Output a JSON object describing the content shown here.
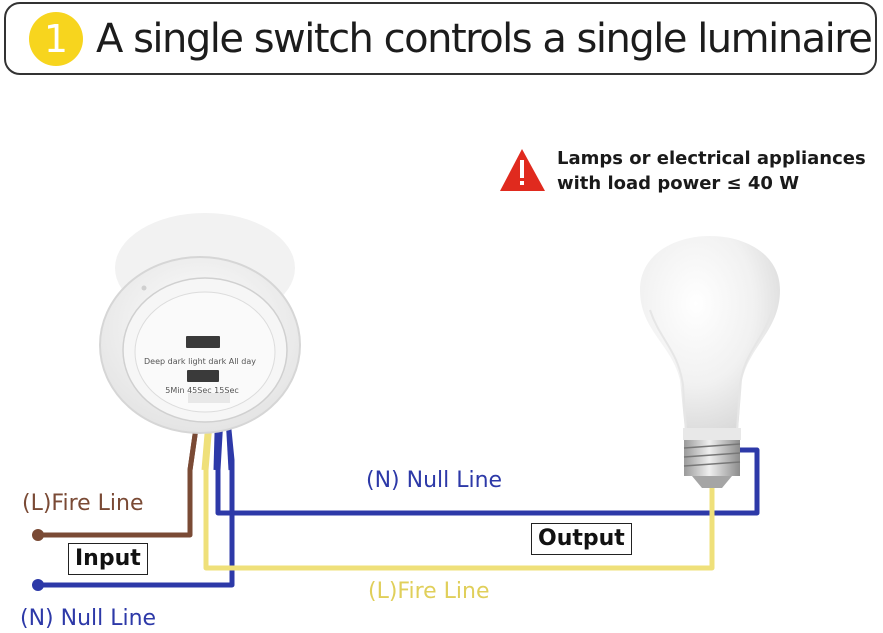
{
  "header": {
    "step_number": "1",
    "title": "A single switch controls a single luminaire"
  },
  "warning": {
    "icon": "warning-triangle-icon",
    "line1": "Lamps or electrical appliances",
    "line2": "with load power ≤ 40 W"
  },
  "sensor": {
    "dial_top": "Deep dark light dark All day",
    "dial_bottom": "5Min  45Sec  15Sec"
  },
  "labels": {
    "fire_line_left": "(L)Fire Line",
    "null_line_left": "(N) Null Line",
    "null_line_top": "(N) Null Line",
    "fire_line_bottom": "(L)Fire Line",
    "input": "Input",
    "output": "Output"
  },
  "colors": {
    "fire_wire": "#7a4a35",
    "null_wire": "#2d39a8",
    "output_wire": "#efe07a",
    "yellow_badge": "#f7d51e",
    "warning_red": "#e02a1e"
  }
}
